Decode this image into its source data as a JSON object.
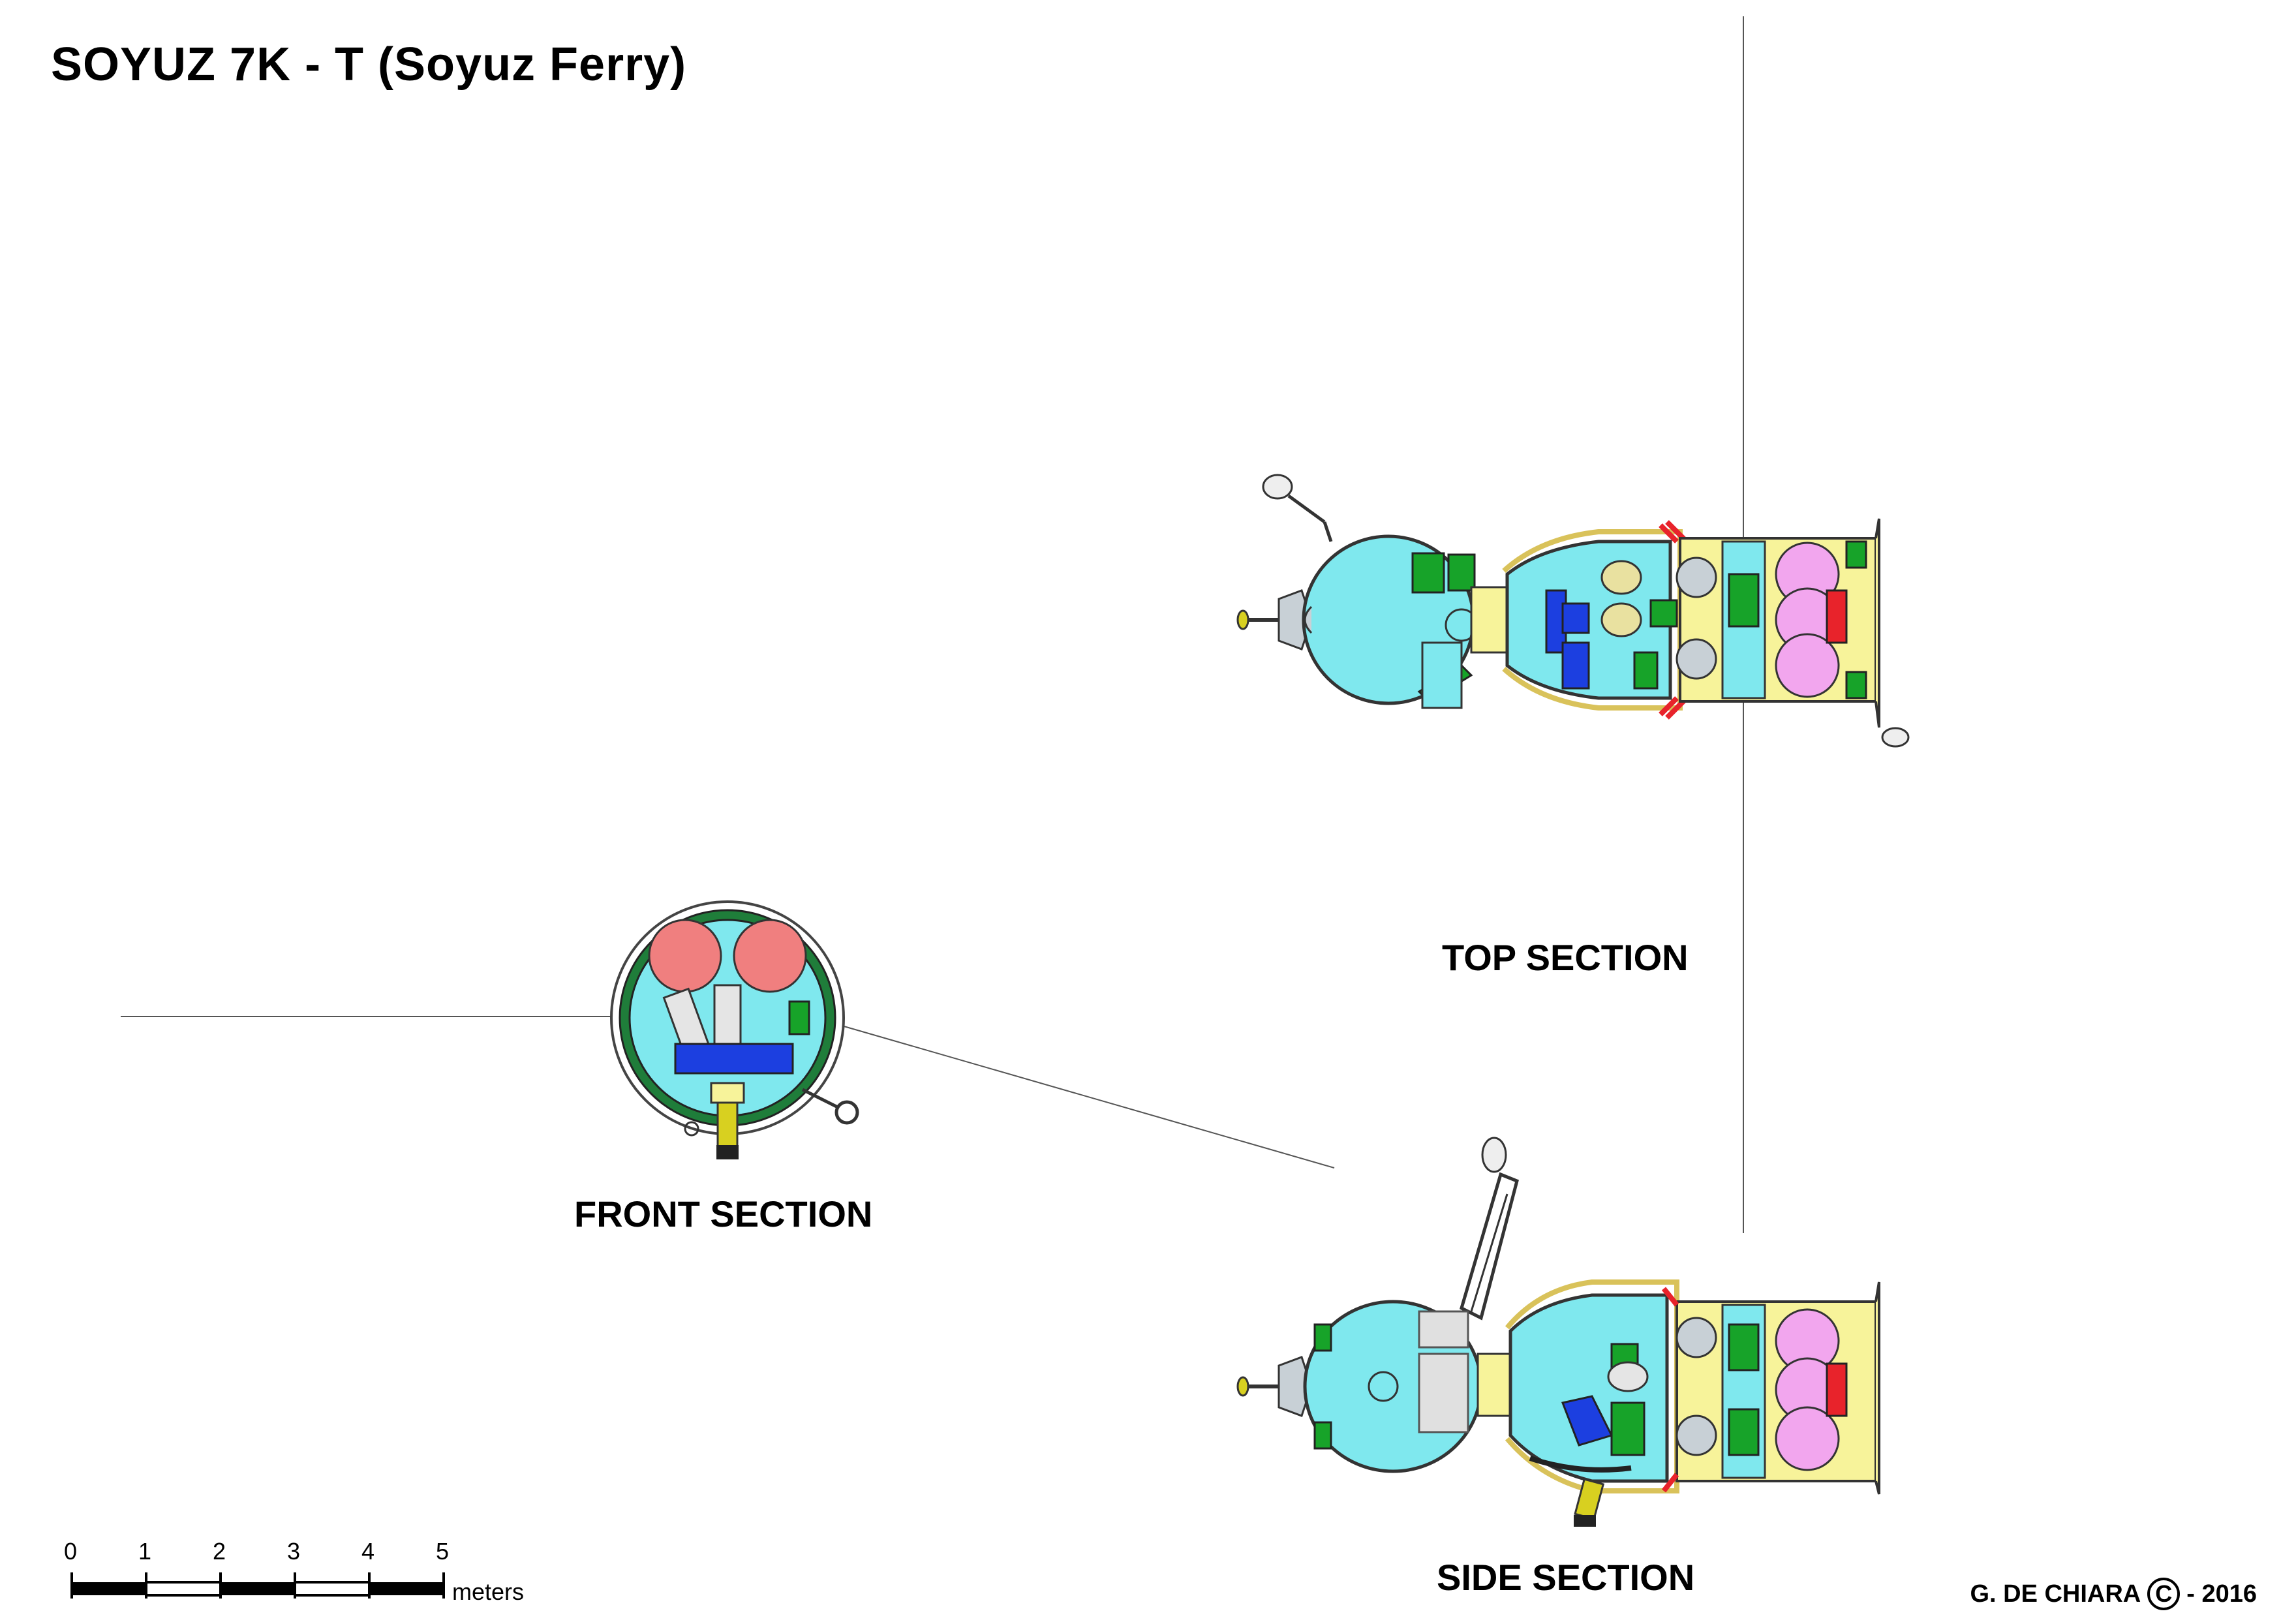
{
  "title": "SOYUZ 7K - T (Soyuz Ferry)",
  "labels": {
    "top_section": "TOP SECTION",
    "front_section": "FRONT SECTION",
    "side_section": "SIDE SECTION"
  },
  "scale": {
    "ticks": [
      "0",
      "1",
      "2",
      "3",
      "4",
      "5"
    ],
    "unit": "meters"
  },
  "credit": {
    "author": "G. DE CHIARA",
    "copyright_symbol": "C",
    "year": "- 2016"
  },
  "colors": {
    "cabin": "#7fe8ee",
    "structure": "#f7f39a",
    "equipment_green": "#17a329",
    "seats_blue": "#1c3fe0",
    "tanks_pink": "#f2a6ee",
    "thruster_red": "#e8232b",
    "spheres_gray": "#c8d0d6",
    "heatshield_red": "#f07f7f",
    "ring_green": "#1f7d3a"
  }
}
